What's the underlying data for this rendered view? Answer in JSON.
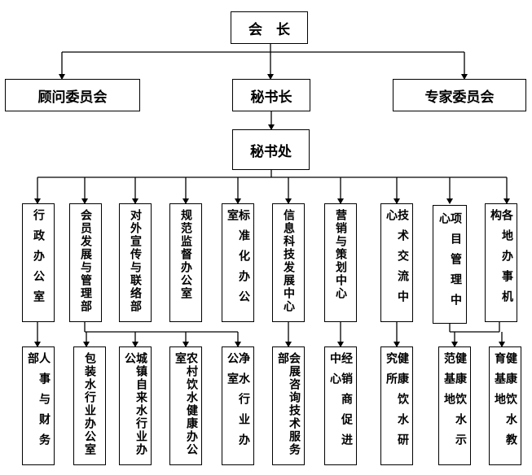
{
  "top": "会　长",
  "level2": {
    "left": "顾问委员会",
    "center": "秘书长",
    "right": "专家委员会"
  },
  "office": "秘书处",
  "departments": [
    "行政办公室",
    "会员发展与管理部",
    "对外宣传与联络部",
    "规范监督办公室",
    "标准化办公室",
    "信息科技发展中心",
    "营销与策划中心",
    "技术交流中心",
    "项目管理中心",
    "各地办事机构"
  ],
  "units": [
    "人事与财务部",
    "包装水行业办公室",
    "城镇自来水行业办公",
    "农村饮水健康办公室",
    "净水行业办公室",
    "会展咨询技术服务部",
    "经销商促进中心",
    "健康饮水研究所",
    "健康饮水示范基地",
    "健康饮水教育基地"
  ]
}
